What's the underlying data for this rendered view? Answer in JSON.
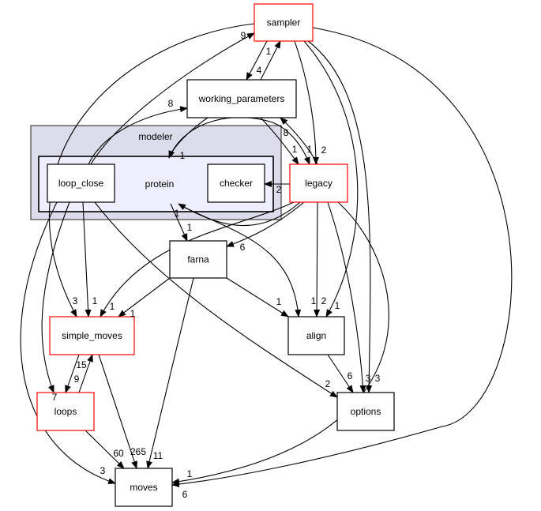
{
  "clusters": {
    "modeler": {
      "label": "modeler",
      "fill": "#dcdcec",
      "stroke": "#404040"
    },
    "protein": {
      "label": "protein",
      "fill": "#eeeeff",
      "stroke": "#000000"
    }
  },
  "nodes": {
    "sampler": {
      "label": "sampler",
      "border": "#ff0000"
    },
    "working_parameters": {
      "label": "working_parameters",
      "border": "#000000"
    },
    "loop_close": {
      "label": "loop_close",
      "border": "#000000"
    },
    "checker": {
      "label": "checker",
      "border": "#000000"
    },
    "legacy": {
      "label": "legacy",
      "border": "#ff0000"
    },
    "farna": {
      "label": "farna",
      "border": "#000000"
    },
    "simple_moves": {
      "label": "simple_moves",
      "border": "#ff0000"
    },
    "align": {
      "label": "align",
      "border": "#000000"
    },
    "loops": {
      "label": "loops",
      "border": "#ff0000"
    },
    "options": {
      "label": "options",
      "border": "#000000"
    },
    "moves": {
      "label": "moves",
      "border": "#000000"
    }
  },
  "edges": [
    {
      "from": "loop_close",
      "to": "sampler",
      "label": "9"
    },
    {
      "from": "loop_close",
      "to": "working_parameters",
      "label": "8"
    },
    {
      "from": "sampler",
      "to": "working_parameters",
      "label": "4"
    },
    {
      "from": "working_parameters",
      "to": "sampler",
      "label": "1"
    },
    {
      "from": "working_parameters",
      "to": "protein",
      "label": "1"
    },
    {
      "from": "working_parameters",
      "to": "legacy",
      "label": "1"
    },
    {
      "from": "legacy",
      "to": "working_parameters",
      "label": "8"
    },
    {
      "from": "sampler",
      "to": "legacy",
      "label": "2"
    },
    {
      "from": "protein",
      "to": "legacy",
      "label": "1"
    },
    {
      "from": "legacy",
      "to": "checker",
      "label": "2"
    },
    {
      "from": "protein",
      "to": "farna",
      "label": "1"
    },
    {
      "from": "legacy",
      "to": "protein",
      "label": "1"
    },
    {
      "from": "legacy",
      "to": "farna",
      "label": "6"
    },
    {
      "from": "protein",
      "to": "align",
      "label": "1"
    },
    {
      "from": "legacy",
      "to": "align",
      "label": "2"
    },
    {
      "from": "sampler",
      "to": "align",
      "label": "1"
    },
    {
      "from": "legacy",
      "to": "simple_moves",
      "label": "1"
    },
    {
      "from": "farna",
      "to": "simple_moves",
      "label": "1"
    },
    {
      "from": "farna",
      "to": "align",
      "label": "1"
    },
    {
      "from": "farna",
      "to": "moves",
      "label": "11"
    },
    {
      "from": "loop_close",
      "to": "simple_moves",
      "label": "1"
    },
    {
      "from": "sampler",
      "to": "simple_moves",
      "label": "3"
    },
    {
      "from": "loop_close",
      "to": "loops",
      "label": "7"
    },
    {
      "from": "loop_close",
      "to": "moves",
      "label": "3"
    },
    {
      "from": "loop_close",
      "to": "options",
      "label": "2"
    },
    {
      "from": "simple_moves",
      "to": "loops",
      "label": "9"
    },
    {
      "from": "loops",
      "to": "simple_moves",
      "label": "15"
    },
    {
      "from": "simple_moves",
      "to": "moves",
      "label": "265"
    },
    {
      "from": "loops",
      "to": "moves",
      "label": "60"
    },
    {
      "from": "align",
      "to": "options",
      "label": "6"
    },
    {
      "from": "legacy",
      "to": "options",
      "label": "3"
    },
    {
      "from": "sampler",
      "to": "options",
      "label": "3"
    },
    {
      "from": "legacy",
      "to": "moves",
      "label": "1"
    },
    {
      "from": "sampler",
      "to": "moves",
      "label": "6"
    }
  ]
}
